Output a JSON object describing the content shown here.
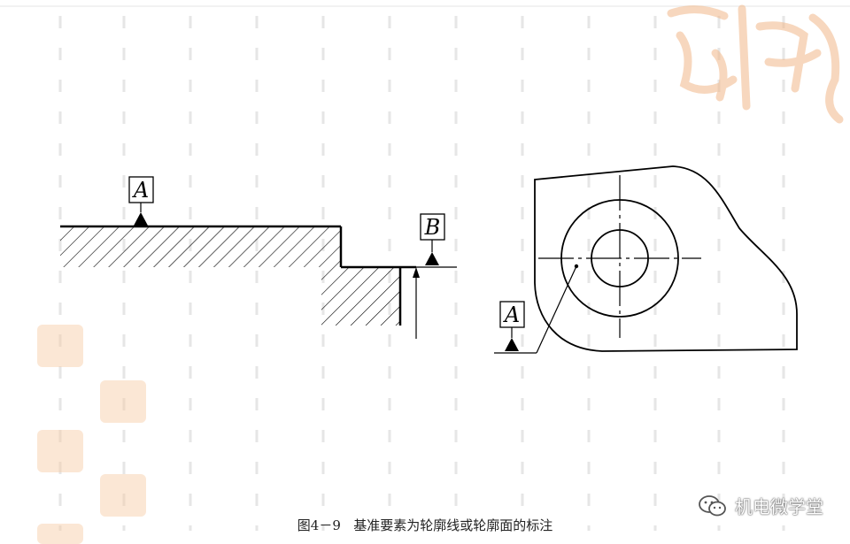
{
  "diagram": {
    "datum_left": "A",
    "datum_step": "B",
    "datum_right": "A"
  },
  "caption": {
    "figure_number": "图4－9",
    "text": "基准要素为轮廓线或轮廓面的标注"
  },
  "watermark": {
    "text": "机电微学堂",
    "icon": "wechat-icon"
  },
  "colors": {
    "line": "#000000",
    "seal": "#f6c9a2",
    "grid_dash": "#e6e6e6"
  }
}
